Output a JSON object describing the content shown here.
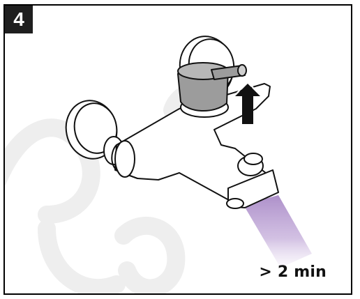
{
  "step": {
    "number": "4"
  },
  "instruction": {
    "duration": "> 2 min"
  },
  "illustration": {
    "subject": "bath-shower-mixer-lever-lifted",
    "arrow": "up-arrow-icon",
    "water_color": "#b59bcf",
    "handle_color": "#9c9c9c"
  },
  "colors": {
    "border": "#000000",
    "badge_bg": "#1f1f1f",
    "badge_text": "#ffffff",
    "watermark": "#f2f2f2"
  }
}
